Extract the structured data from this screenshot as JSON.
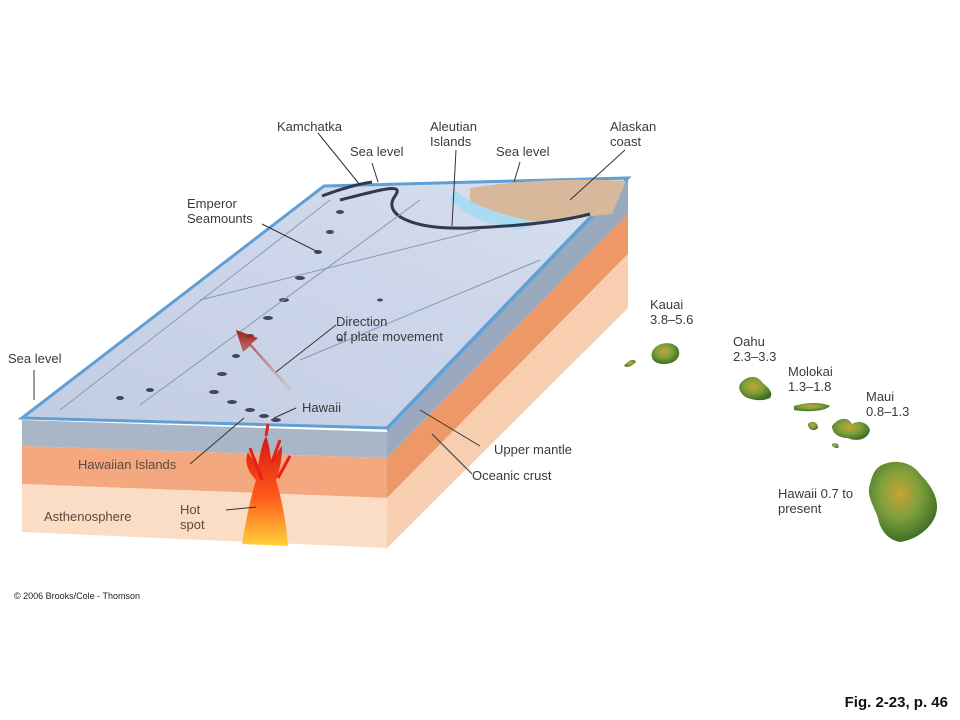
{
  "labels": {
    "kamchatka": "Kamchatka",
    "sea_level_left_top": "Sea level",
    "aleutian": "Aleutian\nIslands",
    "sea_level_right_top": "Sea level",
    "alaskan_coast": "Alaskan\ncoast",
    "emperor": "Emperor\nSeamounts",
    "direction": "Direction\nof plate movement",
    "sea_level_left": "Sea level",
    "hawaii_block": "Hawaii",
    "hawaiian_islands": "Hawaiian Islands",
    "asthenosphere": "Asthenosphere",
    "hot_spot": "Hot\nspot",
    "upper_mantle": "Upper mantle",
    "oceanic_crust": "Oceanic crust"
  },
  "islands": [
    {
      "name": "Kauai",
      "age": "3.8–5.6"
    },
    {
      "name": "Oahu",
      "age": "2.3–3.3"
    },
    {
      "name": "Molokai",
      "age": "1.3–1.8"
    },
    {
      "name": "Maui",
      "age": "0.8–1.3"
    },
    {
      "name": "Hawaii",
      "age": "Hawaii 0.7 to\npresent"
    }
  ],
  "copyright": "© 2006 Brooks/Cole - Thomson",
  "figure_ref": "Fig. 2-23, p. 46",
  "colors": {
    "ocean_surface": "#c9d3e6",
    "water_edge": "#6fa9d8",
    "crust": "#a8b6c8",
    "upper_mantle": "#f4a880",
    "asthenosphere": "#fbdcc4",
    "hot_spot": "#e8201a",
    "island_green": "#6f9a3a"
  }
}
